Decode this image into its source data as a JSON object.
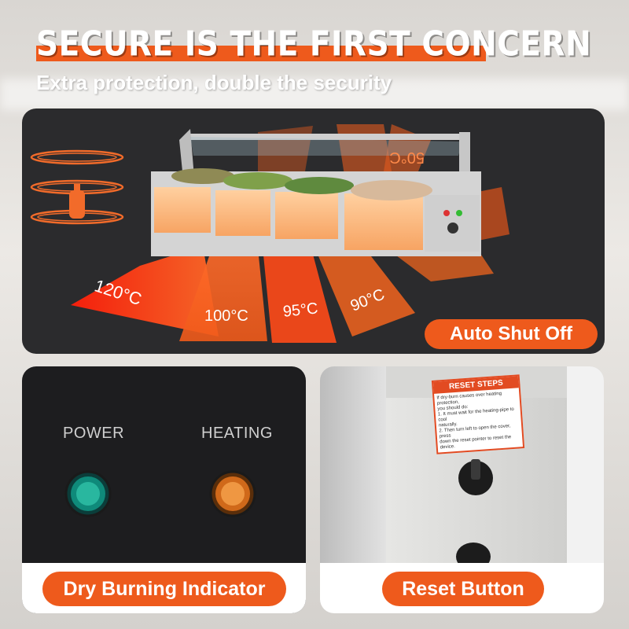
{
  "headline": "SECURE IS THE FIRST CONCERN",
  "subhead": "Extra protection, double the security",
  "temperatures": [
    "50°C",
    "120°C",
    "100°C",
    "95°C",
    "90°C"
  ],
  "auto_shut_off": "Auto Shut Off",
  "indicator_panel": {
    "power_label": "POWER",
    "heating_label": "HEATING",
    "caption": "Dry Burning Indicator"
  },
  "reset_panel": {
    "label_title": "RESET STEPS",
    "label_lines": [
      "If dry-burn causes over heating protection,",
      "you should do:",
      "1. It must wait for the heating-pipe to cool",
      "naturally.",
      "2. Then turn left to open the cover, press",
      "down the reset pointer to reset the device."
    ],
    "caption": "Reset Button"
  },
  "colors": {
    "accent": "#ee5a1c",
    "hot": "#ff2a10",
    "panel_dark": "#2b2b2d"
  }
}
